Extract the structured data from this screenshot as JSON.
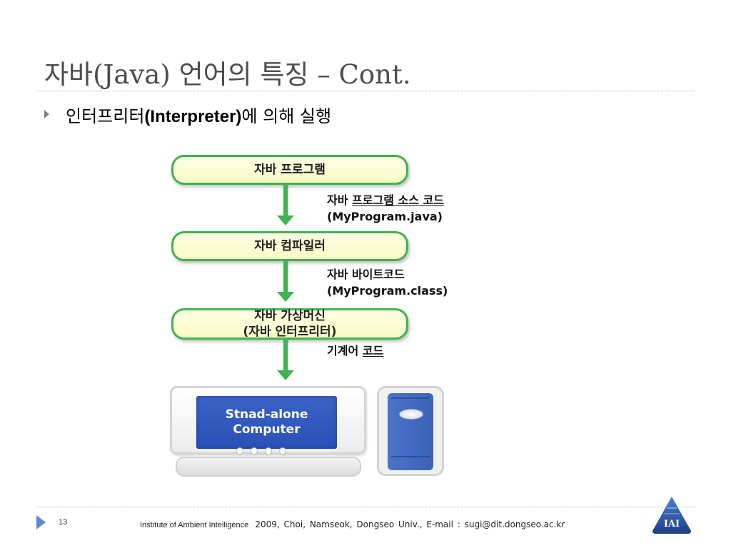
{
  "slide": {
    "title": "자바(Java) 언어의 특징 – Cont.",
    "bullet": {
      "prefix": "인터프리터",
      "emphasis": "(Interpreter)",
      "suffix": "에 의해 실행"
    }
  },
  "diagram": {
    "box1": "자바 프로그램",
    "box2": "자바 컴파일러",
    "box3_line1": "자바 가상머신",
    "box3_line2": "(자바 인터프리터)",
    "label1_a": "자바",
    "label1_b": "프로그램 소스 코드",
    "label1_line2": "(MyProgram.java)",
    "label2_line1": "자바 바이트코드",
    "label2_line2": "(MyProgram.class)",
    "label3_a": "기계어",
    "label3_b": "코드",
    "screen_line1": "Stnad-alone",
    "screen_line2": "Computer"
  },
  "footer": {
    "page_number": "13",
    "institute": "Institute of Ambient Intelligence",
    "info": "2009, Choi, Namseok, Dongseo Univ., E-mail : sugi@dit.dongseo.ac.kr",
    "logo_text": "IAI"
  },
  "colors": {
    "arrow_green": "#3fb34f",
    "box_fill": "#fafac6",
    "screen_blue": "#2951b5",
    "footer_arrow": "#5b8bd0",
    "logo_blue": "#2a4f9a"
  }
}
